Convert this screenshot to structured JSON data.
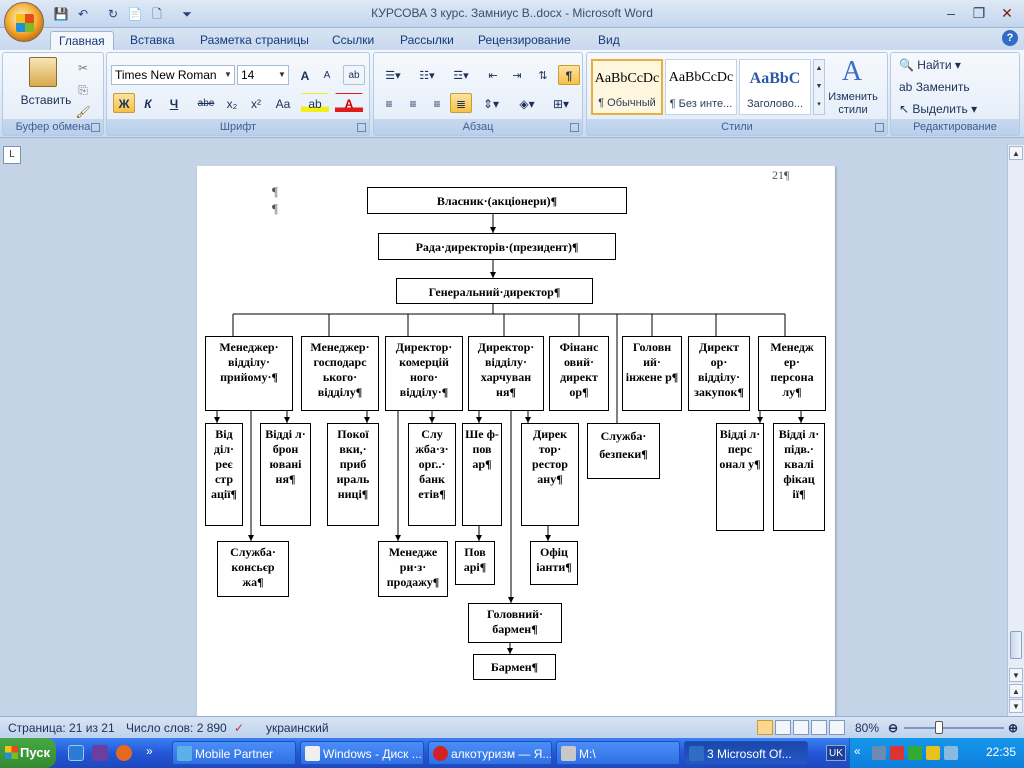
{
  "window": {
    "title": "КУРСОВА 3 курс. Замниус В..docx - Microsoft Word",
    "minimize": "–",
    "maximize": "❐",
    "close": "✕"
  },
  "qat": {
    "save": "💾",
    "undo": "↶",
    "redo": "↻",
    "print": "📄",
    "new": "🗋",
    "more": "⏷"
  },
  "tabs": [
    "Главная",
    "Вставка",
    "Разметка страницы",
    "Ссылки",
    "Рассылки",
    "Рецензирование",
    "Вид"
  ],
  "ribbon": {
    "clipboard": {
      "label": "Буфер обмена",
      "paste": "Вставить"
    },
    "font": {
      "label": "Шрифт",
      "name": "Times New Roman",
      "size": "14",
      "grow": "A",
      "shrink": "A",
      "clear": "ab",
      "bold": "Ж",
      "italic": "К",
      "underline": "Ч",
      "strike": "abe",
      "sub": "x₂",
      "sup": "x²",
      "case": "Aa",
      "highlight": "ab",
      "color": "A"
    },
    "paragraph": {
      "label": "Абзац",
      "pilcrow": "¶"
    },
    "styles": {
      "label": "Стили",
      "items": [
        {
          "sample": "AaBbCcDc",
          "name": "¶ Обычный"
        },
        {
          "sample": "AaBbCcDc",
          "name": "¶ Без инте..."
        },
        {
          "sample": "AaBbC",
          "name": "Заголово..."
        }
      ],
      "change": "Изменить стили"
    },
    "editing": {
      "label": "Редактирование",
      "find": "Найти",
      "replace": "Заменить",
      "select": "Выделить"
    }
  },
  "document": {
    "page_number": "21¶",
    "pilcrow": "¶",
    "org": {
      "owner": "Власник·(акціонери)¶",
      "board": "Рада·директорів·(президент)¶",
      "gm": "Генеральний·директор¶",
      "n1": "Менеджер· відділу· прийому·¶",
      "n2": "Менеджер· господарс ького· відділу¶",
      "n3": "Директор· комерцій ного· відділу·¶",
      "n4": "Директор· відділу· харчуван ня¶",
      "n5": "Фінанс овий· директ ор¶",
      "n6": "Головн ий· інжене р¶",
      "n7": "Директ ор· відділу· закупок¶",
      "n8": "Менедж ер· персона лу¶",
      "c1a": "Від діл· реє стр ації¶",
      "c1b": "Відді л· брон ювані ня¶",
      "c1c": "Служба· консьєр жа¶",
      "c2a": "Покої вки,· приб ираль ниці¶",
      "c3a": "Слу жба·з· орг..· банк етів¶",
      "c3b": "Менедже ри·з· продажу¶",
      "c4a": "Ше ф- пов ар¶",
      "c4b": "Дирек тор· рестор ану¶",
      "c4c": "Пов арі¶",
      "c4d": "Офіц іанти¶",
      "c4e": "Головний· бармен¶",
      "c4f": "Бармен¶",
      "c5a": "Служба· безпеки¶",
      "c8a": "Відді л· перс онал у¶",
      "c8b": "Відді л· підв.· квалі фікац ії¶"
    }
  },
  "status": {
    "page": "Страница: 21 из 21",
    "words": "Число слов: 2 890",
    "lang": "украинский",
    "zoom": "80%"
  },
  "taskbar": {
    "start": "Пуск",
    "tasks": [
      "Mobile Partner",
      "Windows - Диск ...",
      "алкотуризм — Я...",
      "M:\\",
      "3 Microsoft Of..."
    ],
    "lang": "UK",
    "clock": "22:35"
  }
}
